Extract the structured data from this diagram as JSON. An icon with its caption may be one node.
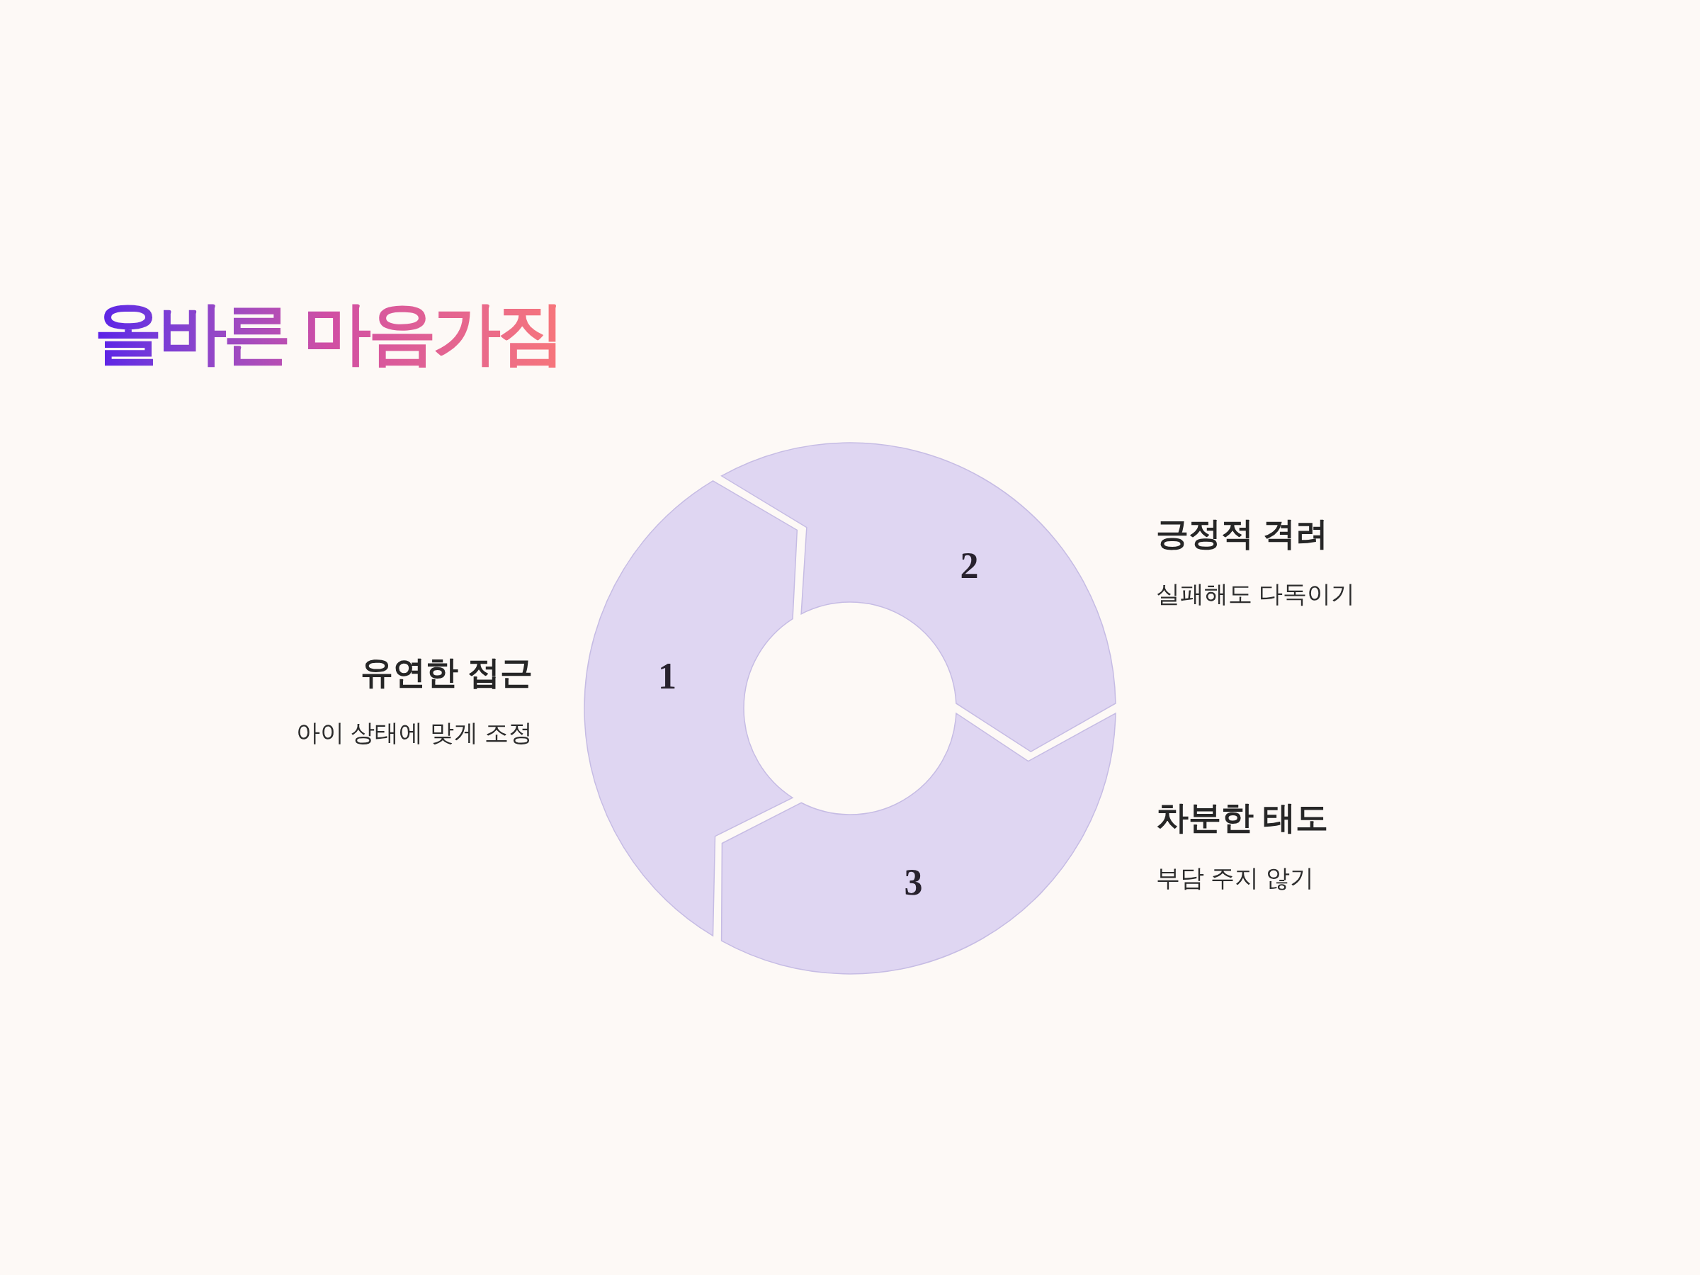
{
  "diagram": {
    "title": "올바른 마음가짐",
    "nodes": [
      {
        "text": [
          "1"
        ],
        "beside": [
          "유연한 접근",
          "아이 상태에 맞게 조정"
        ]
      },
      {
        "text": [
          "2"
        ],
        "beside": [
          "긍정적 격려",
          "실패해도 다독이기"
        ]
      },
      {
        "text": [
          "3"
        ],
        "beside": [
          "차분한 태도",
          "부담 주지 않기"
        ]
      }
    ]
  }
}
